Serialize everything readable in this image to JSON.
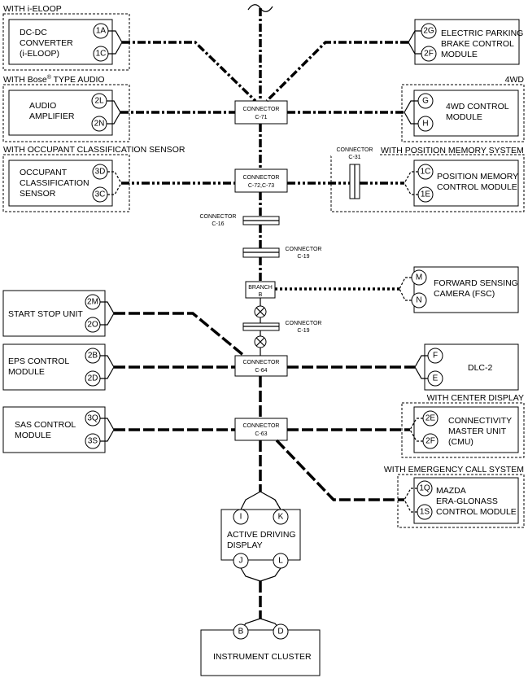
{
  "groups": {
    "ieloop": "WITH i-ELOOP",
    "bose": "WITH Bose",
    "bose_reg": "®",
    "bose_rest": " TYPE AUDIO",
    "occupant": "WITH OCCUPANT CLASSIFICATION SENSOR",
    "fourwd": "4WD",
    "posmem": "WITH POSITION MEMORY SYSTEM",
    "center": "WITH CENTER DISPLAY",
    "emergency": "WITH EMERGENCY CALL SYSTEM"
  },
  "modules": {
    "dcdc": [
      "DC-DC",
      "CONVERTER",
      "(i-ELOOP)"
    ],
    "audio": [
      "AUDIO",
      "AMPLIFIER"
    ],
    "occ": [
      "OCCUPANT",
      "CLASSIFICATION",
      "SENSOR"
    ],
    "epb": [
      "ELECTRIC PARKING",
      "BRAKE CONTROL",
      "MODULE"
    ],
    "fourwd": [
      "4WD CONTROL",
      "MODULE"
    ],
    "posmem": [
      "POSITION MEMORY",
      "CONTROL MODULE"
    ],
    "fsc": [
      "FORWARD SENSING",
      "CAMERA (FSC)"
    ],
    "startstop": [
      "START STOP UNIT"
    ],
    "eps": [
      "EPS CONTROL",
      "MODULE"
    ],
    "dlc": [
      "DLC-2"
    ],
    "sas": [
      "SAS CONTROL",
      "MODULE"
    ],
    "cmu": [
      "CONNECTIVITY",
      "MASTER UNIT",
      "(CMU)"
    ],
    "era": [
      "MAZDA",
      "ERA-GLONASS",
      "CONTROL MODULE"
    ],
    "add": [
      "ACTIVE DRIVING",
      "DISPLAY"
    ],
    "cluster": [
      "INSTRUMENT CLUSTER"
    ]
  },
  "pins": {
    "dcdc": [
      "1A",
      "1C"
    ],
    "audio": [
      "2L",
      "2N"
    ],
    "occ": [
      "3D",
      "3C"
    ],
    "epb": [
      "2G",
      "2F"
    ],
    "fourwd": [
      "G",
      "H"
    ],
    "posmem": [
      "1C",
      "1E"
    ],
    "fsc": [
      "M",
      "N"
    ],
    "startstop": [
      "2M",
      "2O"
    ],
    "eps": [
      "2B",
      "2D"
    ],
    "dlc": [
      "F",
      "E"
    ],
    "sas": [
      "3Q",
      "3S"
    ],
    "cmu": [
      "2E",
      "2F"
    ],
    "era": [
      "1Q",
      "1S"
    ],
    "add": [
      "I",
      "K",
      "J",
      "L"
    ],
    "cluster": [
      "B",
      "D"
    ]
  },
  "connectors": {
    "c71": [
      "CONNECTOR",
      "C-71"
    ],
    "c72": [
      "CONNECTOR",
      "C-72,C-73"
    ],
    "c16": [
      "CONNECTOR",
      "C-16"
    ],
    "c19a": [
      "CONNECTOR",
      "C-19"
    ],
    "branch": [
      "BRANCH",
      "B"
    ],
    "c19b": [
      "CONNECTOR",
      "C-19"
    ],
    "c64": [
      "CONNECTOR",
      "C-64"
    ],
    "c63": [
      "CONNECTOR",
      "C-63"
    ],
    "c31": [
      "CONNECTOR",
      "C-31"
    ]
  }
}
